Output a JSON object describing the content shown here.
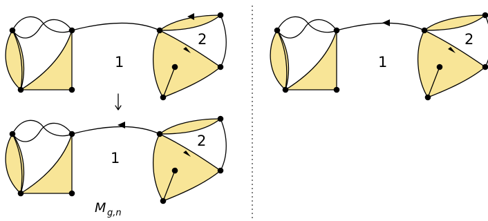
{
  "colors": {
    "face_fill": "#f8e597",
    "stroke": "#000000"
  },
  "labels": {
    "top_face_1": "1",
    "top_face_2": "2",
    "bottom_face_1": "1",
    "bottom_face_2": "2",
    "right_face_1": "1",
    "right_face_2": "2",
    "map_label_main": "M",
    "map_label_sub": "g,n"
  },
  "icons": {
    "transition_arrow": "down-arrow-icon"
  }
}
